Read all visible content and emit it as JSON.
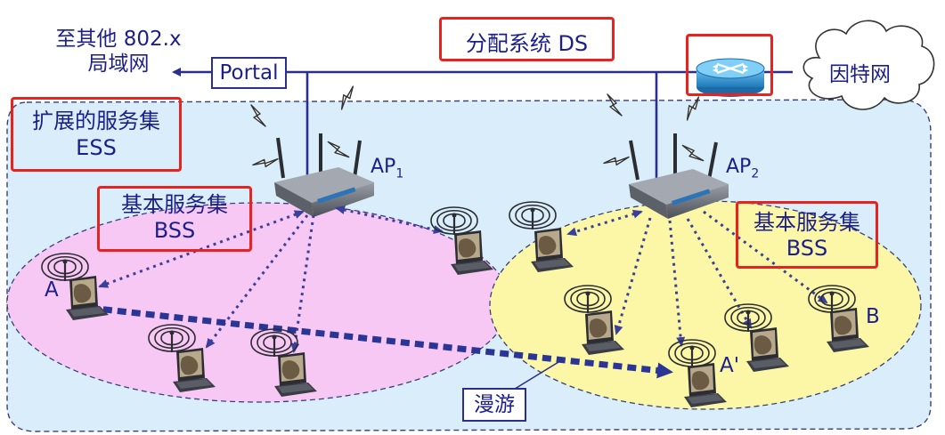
{
  "labels": {
    "lan_line1": "至其他 802.x",
    "lan_line2": "局域网",
    "portal": "Portal",
    "ds": "分配系统 DS",
    "internet": "因特网",
    "ess_line1": "扩展的服务集",
    "ess_line2": "ESS",
    "bss1_line1": "基本服务集",
    "bss1_line2": "BSS",
    "bss2_line1": "基本服务集",
    "bss2_line2": "BSS",
    "ap1": "AP",
    "ap1_sub": "1",
    "ap2": "AP",
    "ap2_sub": "2",
    "station_a": "A",
    "station_a_prime": "A'",
    "station_b": "B",
    "roaming": "漫游"
  },
  "colors": {
    "text": "#1c1f8a",
    "line": "#2a2f8f",
    "highlight_box": "#e8231f",
    "ess_fill": "#d9eefa",
    "bss1_fill": "#f8c8f4",
    "bss2_fill": "#fbf7a6",
    "roam_arrow": "#2a3596"
  }
}
